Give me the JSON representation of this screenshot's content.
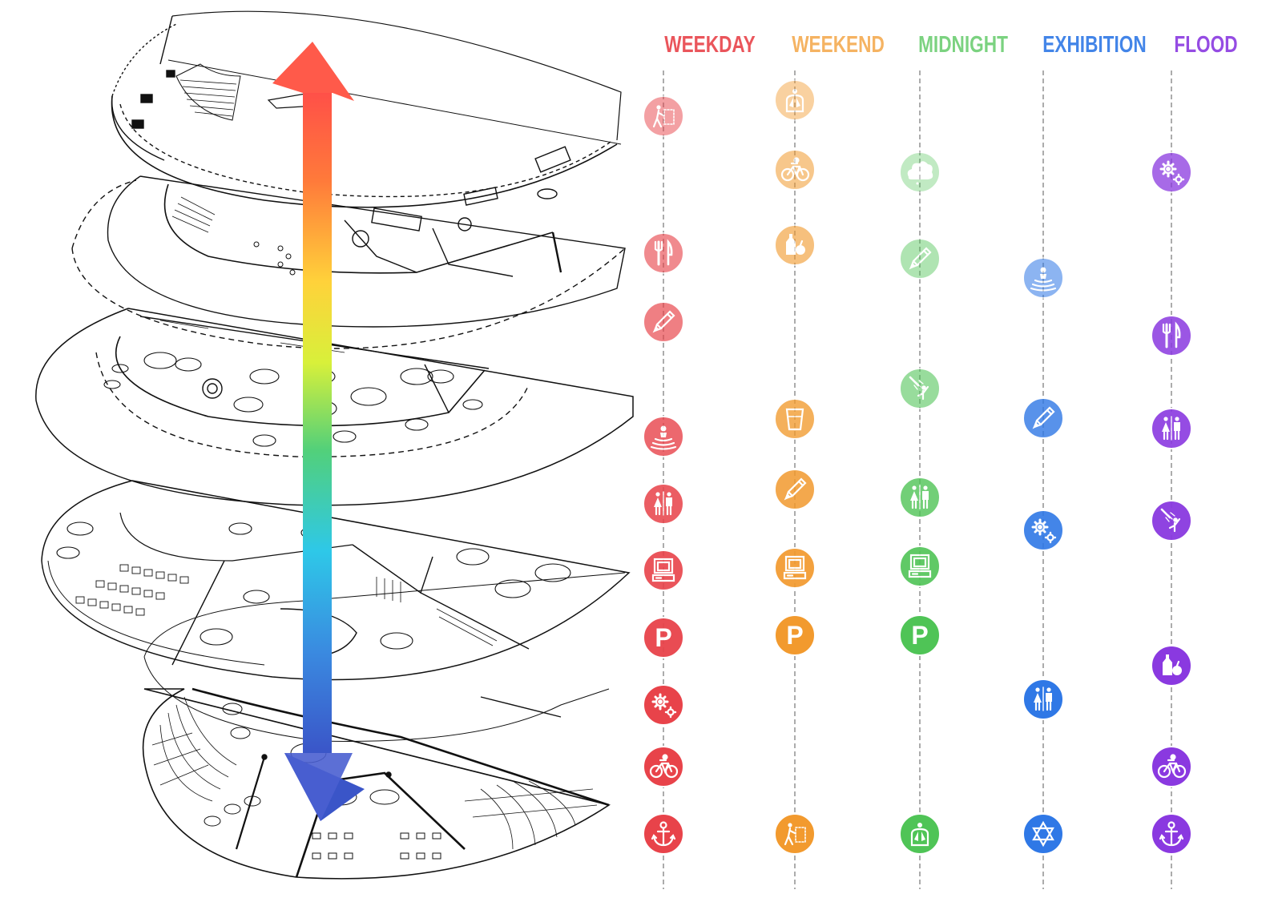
{
  "columns": [
    {
      "key": "weekday",
      "title": "WEEKDAY",
      "color": "#e8434a",
      "icons": [
        {
          "icon": "reading-person-icon",
          "opacity": 0.5
        },
        {
          "icon": "fork-knife-icon",
          "opacity": 0.62
        },
        {
          "icon": "pencil-icon",
          "opacity": 0.68
        },
        {
          "icon": "info-desk-icon",
          "opacity": 0.8
        },
        {
          "icon": "restroom-icon",
          "opacity": 0.86
        },
        {
          "icon": "computer-icon",
          "opacity": 0.9
        },
        {
          "icon": "parking-icon",
          "opacity": 0.95
        },
        {
          "icon": "gears-icon",
          "opacity": 1
        },
        {
          "icon": "bicycle-icon",
          "opacity": 1
        },
        {
          "icon": "anchor-icon",
          "opacity": 1
        }
      ]
    },
    {
      "key": "weekend",
      "title": "WEEKEND",
      "color": "#f29a2e",
      "icons": [
        {
          "icon": "lungs-person-icon",
          "opacity": 0.45
        },
        {
          "icon": "bicycle-icon",
          "opacity": 0.55
        },
        {
          "icon": "food-bottle-apple-icon",
          "opacity": 0.62
        },
        {
          "icon": "cup-icon",
          "opacity": 0.78
        },
        {
          "icon": "pencil-icon",
          "opacity": 0.85
        },
        {
          "icon": "computer-icon",
          "opacity": 0.92
        },
        {
          "icon": "parking-icon",
          "opacity": 1
        },
        {
          "icon": "reading-person-icon",
          "opacity": 1
        }
      ]
    },
    {
      "key": "midnight",
      "title": "MIDNIGHT",
      "color": "#4fc456",
      "icons": [
        {
          "icon": "cloud-icon",
          "opacity": 0.35
        },
        {
          "icon": "pencil-icon",
          "opacity": 0.45
        },
        {
          "icon": "shower-person-icon",
          "opacity": 0.58
        },
        {
          "icon": "restroom-icon",
          "opacity": 0.8
        },
        {
          "icon": "computer-icon",
          "opacity": 0.9
        },
        {
          "icon": "parking-icon",
          "opacity": 1
        },
        {
          "icon": "lungs-person-icon",
          "opacity": 1
        }
      ]
    },
    {
      "key": "exhibition",
      "title": "EXHIBITION",
      "color": "#2f78e6",
      "icons": [
        {
          "icon": "info-desk-icon",
          "opacity": 0.55
        },
        {
          "icon": "pencil-icon",
          "opacity": 0.8
        },
        {
          "icon": "gears-icon",
          "opacity": 0.9
        },
        {
          "icon": "restroom-icon",
          "opacity": 1
        },
        {
          "icon": "hexagram-icon",
          "opacity": 1
        }
      ]
    },
    {
      "key": "flood",
      "title": "FLOOD",
      "color": "#8a39e0",
      "icons": [
        {
          "icon": "gears-icon",
          "opacity": 0.75
        },
        {
          "icon": "fork-knife-icon",
          "opacity": 0.85
        },
        {
          "icon": "restroom-icon",
          "opacity": 0.9
        },
        {
          "icon": "shower-person-icon",
          "opacity": 0.95
        },
        {
          "icon": "food-bottle-apple-icon",
          "opacity": 1
        },
        {
          "icon": "bicycle-icon",
          "opacity": 1
        },
        {
          "icon": "anchor-icon",
          "opacity": 1
        }
      ]
    }
  ],
  "arrow": {
    "top_color": "#ff4a4a",
    "bottom_color": "#3a55c8"
  }
}
